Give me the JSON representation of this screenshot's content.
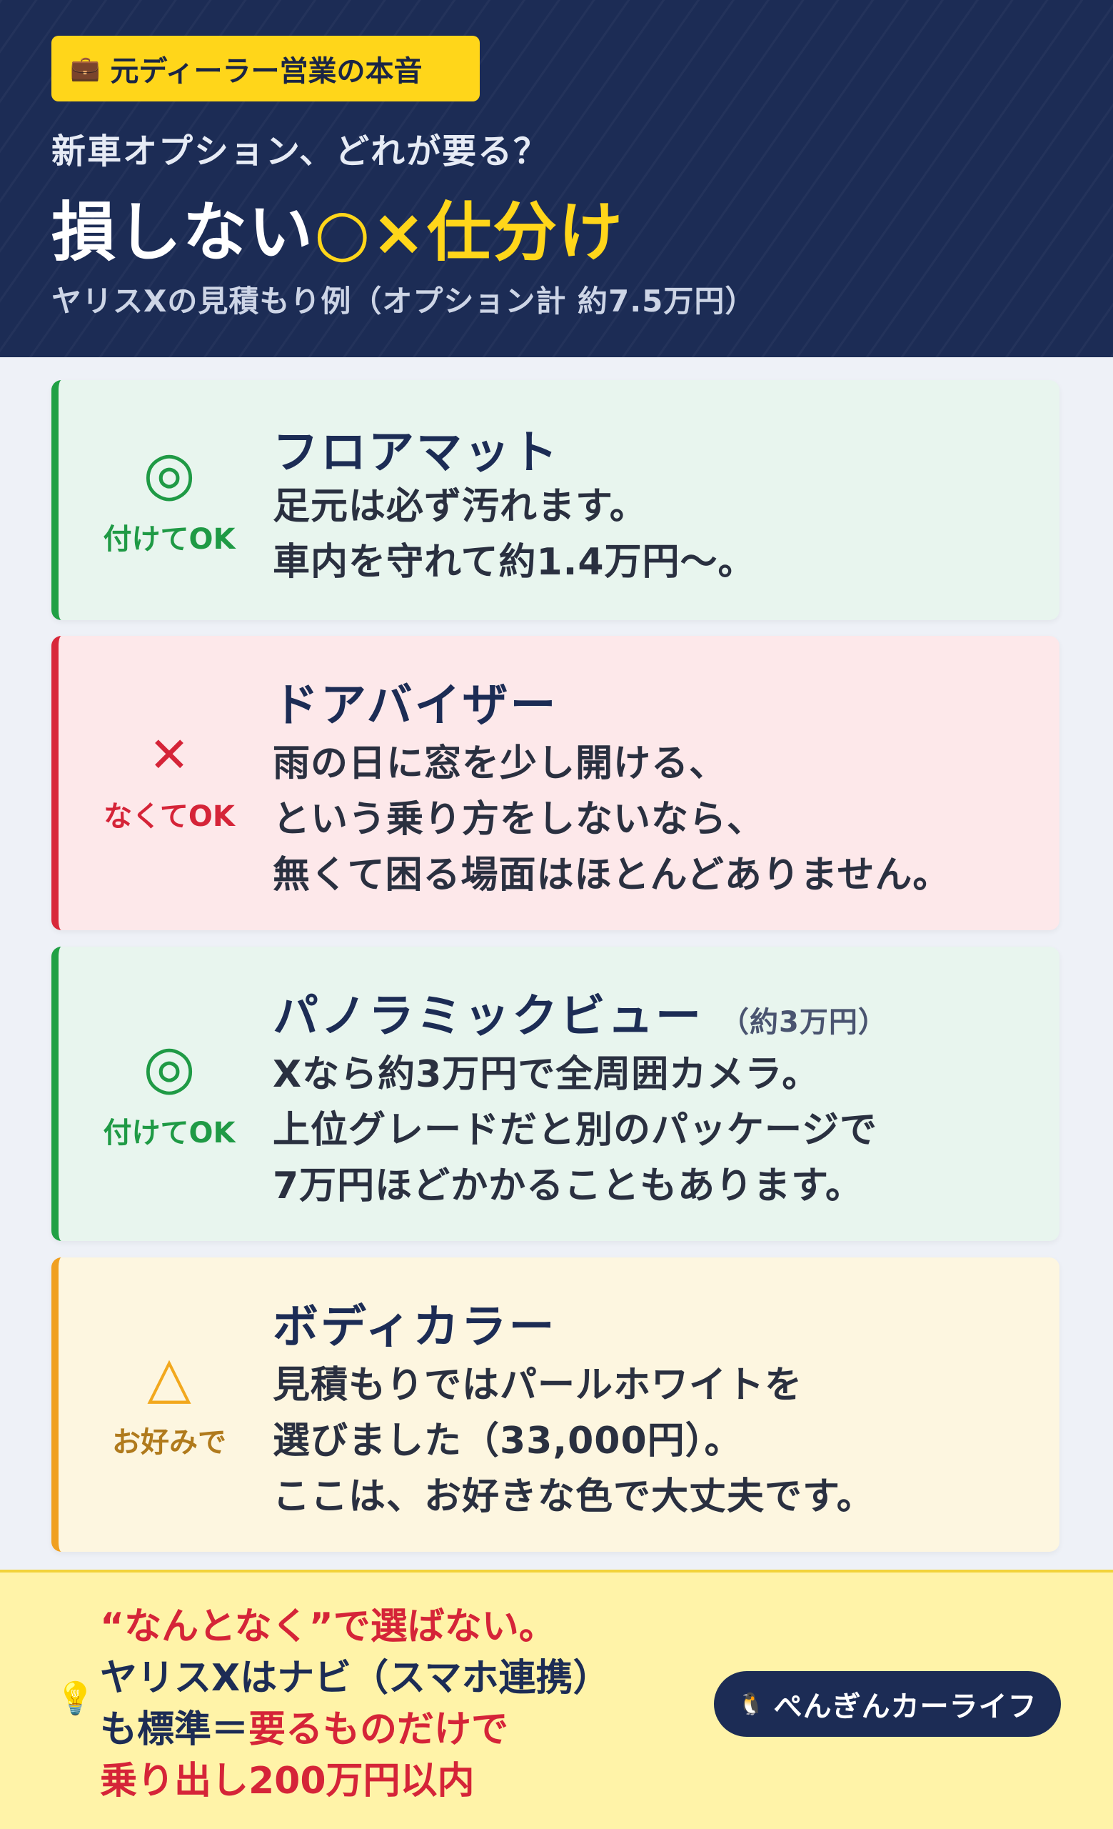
{
  "header": {
    "badge_icon": "briefcase-icon",
    "badge_label": "元ディーラー営業の本音",
    "subtitle": "新車オプション、どれが要る？",
    "title_main": "損しない",
    "title_accent": "○×仕分け",
    "note": "ヤリスXの見積もり例（オプション計 約7.5万円）"
  },
  "cards": [
    {
      "status": "good",
      "symbol": "◎",
      "verdict": "付けてOK",
      "title": "フロアマット",
      "price_note": "",
      "lines": [
        "足元は必ず汚れます。",
        "車内を守れて約1.4万円〜。"
      ]
    },
    {
      "status": "bad",
      "symbol": "✕",
      "verdict": "なくてOK",
      "title": "ドアバイザー",
      "price_note": "",
      "lines": [
        "雨の日に窓を少し開ける、",
        "という乗り方をしないなら、",
        "無くて困る場面はほとんどありません。"
      ]
    },
    {
      "status": "good",
      "symbol": "◎",
      "verdict": "付けてOK",
      "title": "パノラミックビュー",
      "price_note": "（約3万円）",
      "lines": [
        "Xなら約3万円で全周囲カメラ。",
        "上位グレードだと別のパッケージで",
        "7万円ほどかかることもあります。"
      ]
    },
    {
      "status": "neutral",
      "symbol": "△",
      "verdict": "お好みで",
      "title": "ボディカラー",
      "price_note": "",
      "lines": [
        "見積もりではパールホワイトを",
        "選びました（33,000円）。",
        "ここは、お好きな色で大丈夫です。"
      ]
    }
  ],
  "footer": {
    "bulb_icon": "lightbulb-icon",
    "line1": "“なんとなく”で選ばない。",
    "line2": "ヤリスXはナビ（スマホ連携）",
    "line3_pre": "も標準＝",
    "line3_red": "要るものだけで",
    "line4": "乗り出し200万円以内",
    "brand_icon": "penguin-icon",
    "brand": "ぺんぎんカーライフ"
  },
  "colors": {
    "navy": "#1c2c55",
    "yellow": "#ffd61a",
    "green": "#20a045",
    "red": "#d8283a",
    "orange": "#f0a020"
  }
}
